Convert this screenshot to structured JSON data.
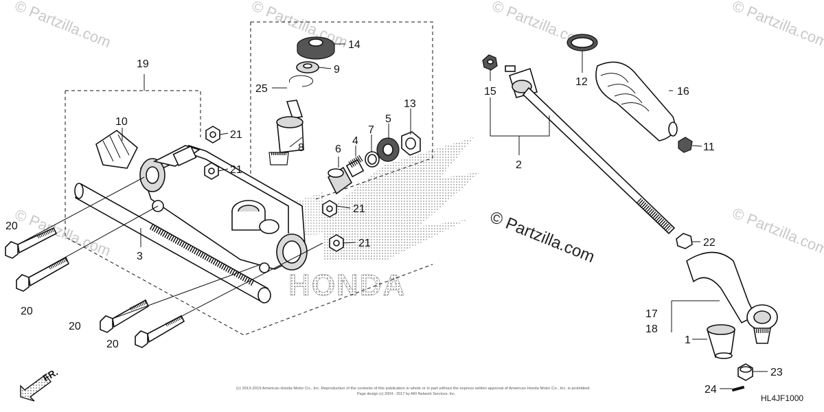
{
  "diagram": {
    "code": "HL4JF1000",
    "front_label": "FR.",
    "honda_text": "HONDA",
    "watermark_text": "© Partzilla.com",
    "copyright_line1": "(c) 2013-2019 American Honda Motor Co., Inc. Reproduction of the contents of this publication in whole or in part without the express written approval of American Honda Motor Co., Inc. is prohibited.",
    "copyright_line2": "Page design (c) 2004 - 2017 by ARI Network Services, Inc."
  },
  "callouts": [
    {
      "id": "c1",
      "text": "1"
    },
    {
      "id": "c2",
      "text": "2"
    },
    {
      "id": "c3",
      "text": "3"
    },
    {
      "id": "c4",
      "text": "4"
    },
    {
      "id": "c5",
      "text": "5"
    },
    {
      "id": "c6",
      "text": "6"
    },
    {
      "id": "c7",
      "text": "7"
    },
    {
      "id": "c8",
      "text": "8"
    },
    {
      "id": "c9",
      "text": "9"
    },
    {
      "id": "c10",
      "text": "10"
    },
    {
      "id": "c11",
      "text": "11"
    },
    {
      "id": "c12",
      "text": "12"
    },
    {
      "id": "c13",
      "text": "13"
    },
    {
      "id": "c14",
      "text": "14"
    },
    {
      "id": "c15",
      "text": "15"
    },
    {
      "id": "c16",
      "text": "16"
    },
    {
      "id": "c17",
      "text": "17"
    },
    {
      "id": "c18",
      "text": "18"
    },
    {
      "id": "c19",
      "text": "19"
    },
    {
      "id": "c20a",
      "text": "20"
    },
    {
      "id": "c20b",
      "text": "20"
    },
    {
      "id": "c20c",
      "text": "20"
    },
    {
      "id": "c20d",
      "text": "20"
    },
    {
      "id": "c21a",
      "text": "21"
    },
    {
      "id": "c21b",
      "text": "21"
    },
    {
      "id": "c21c",
      "text": "21"
    },
    {
      "id": "c21d",
      "text": "21"
    },
    {
      "id": "c22",
      "text": "22"
    },
    {
      "id": "c23",
      "text": "23"
    },
    {
      "id": "c24",
      "text": "24"
    },
    {
      "id": "c25",
      "text": "25"
    }
  ]
}
